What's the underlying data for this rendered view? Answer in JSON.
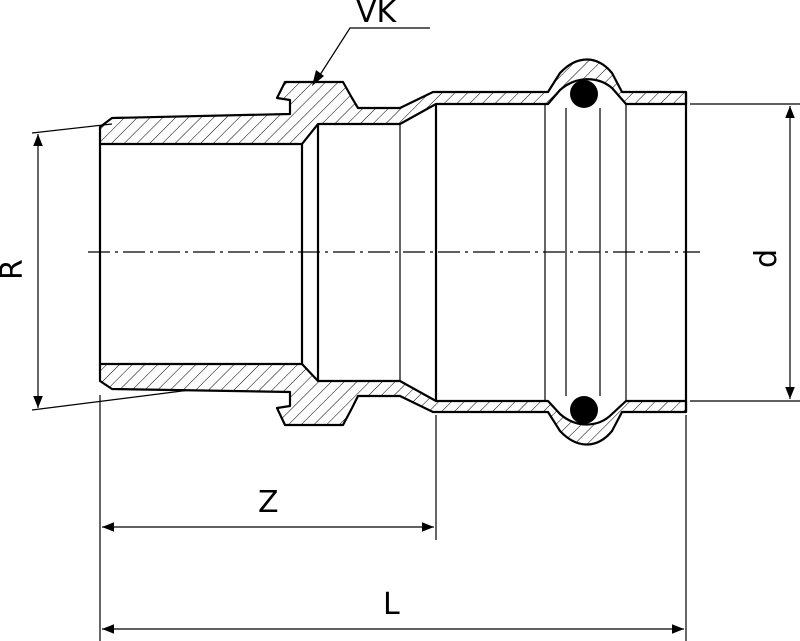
{
  "diagram": {
    "labels": {
      "vk": "VK",
      "r": "R",
      "d": "d",
      "z": "Z",
      "l": "L"
    }
  }
}
